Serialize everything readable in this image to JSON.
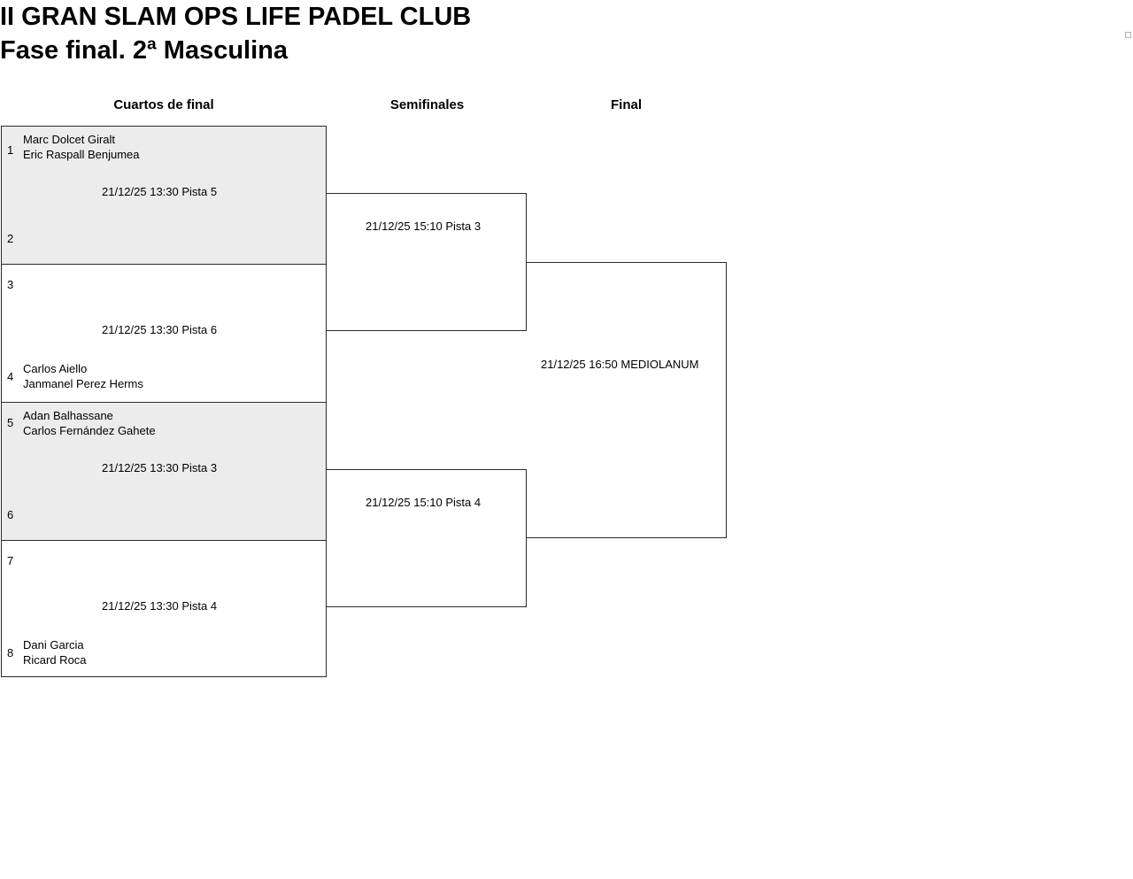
{
  "header": {
    "title_line1": "II GRAN SLAM OPS LIFE PADEL CLUB",
    "title_line2": "Fase final. 2ª Masculina"
  },
  "rounds": [
    {
      "label": "Cuartos de final"
    },
    {
      "label": "Semifinales"
    },
    {
      "label": "Final"
    }
  ],
  "bracket": {
    "quarterfinals": [
      {
        "seed_top": "1",
        "team_top_p1": "Marc Dolcet Giralt",
        "team_top_p2": "Eric Raspall Benjumea",
        "seed_bottom": "2",
        "team_bottom_p1": "",
        "team_bottom_p2": "",
        "match_info": "21/12/25 13:30 Pista 5"
      },
      {
        "seed_top": "3",
        "team_top_p1": "",
        "team_top_p2": "",
        "seed_bottom": "4",
        "team_bottom_p1": "Carlos Aiello",
        "team_bottom_p2": "Janmanel Perez Herms",
        "match_info": "21/12/25 13:30 Pista 6"
      },
      {
        "seed_top": "5",
        "team_top_p1": "Adan Balhassane",
        "team_top_p2": "Carlos Fernández Gahete",
        "seed_bottom": "6",
        "team_bottom_p1": "",
        "team_bottom_p2": "",
        "match_info": "21/12/25 13:30 Pista 3"
      },
      {
        "seed_top": "7",
        "team_top_p1": "",
        "team_top_p2": "",
        "seed_bottom": "8",
        "team_bottom_p1": "Dani Garcia",
        "team_bottom_p2": "Ricard Roca",
        "match_info": "21/12/25 13:30 Pista 4"
      }
    ],
    "semifinals": [
      {
        "match_info": "21/12/25 15:10 Pista 3"
      },
      {
        "match_info": "21/12/25 15:10 Pista 4"
      }
    ],
    "final": [
      {
        "match_info": "21/12/25 16:50 MEDIOLANUM"
      }
    ]
  },
  "colors": {
    "line": "#2b2b2b",
    "shade": "#ececec",
    "text": "#000000"
  }
}
